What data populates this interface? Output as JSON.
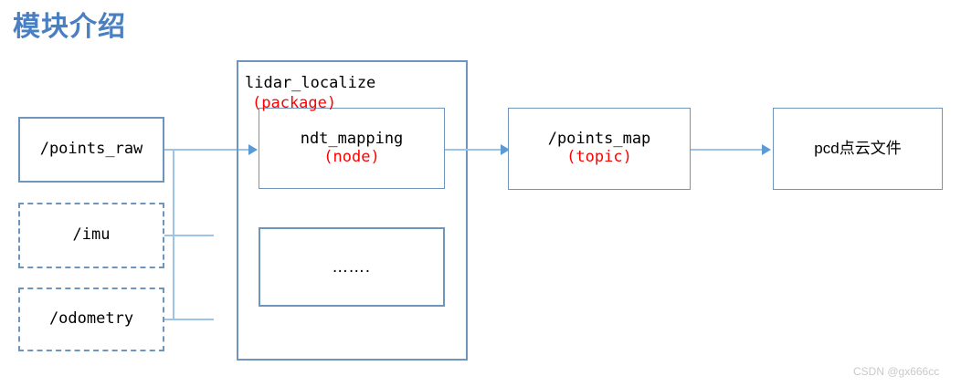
{
  "title": "模块介绍",
  "colors": {
    "title": "#4a7fc1",
    "box_border": "#6f95bd",
    "connector": "#9dc3e6",
    "arrow": "#5b9bd5",
    "accent_red": "#ff0000",
    "text": "#000000",
    "watermark": "#c9c9c9",
    "background": "#ffffff"
  },
  "inputs": [
    {
      "label": "/points_raw",
      "style": "solid"
    },
    {
      "label": "/imu",
      "style": "dashed"
    },
    {
      "label": "/odometry",
      "style": "dashed"
    }
  ],
  "package": {
    "name": "lidar_localize",
    "kind": "(package)",
    "node": {
      "name": "ndt_mapping",
      "kind": "(node)"
    },
    "more": "……."
  },
  "topic": {
    "name": "/points_map",
    "kind": "(topic)"
  },
  "output": {
    "label": "pcd点云文件"
  },
  "watermark": "CSDN @gx666cc"
}
